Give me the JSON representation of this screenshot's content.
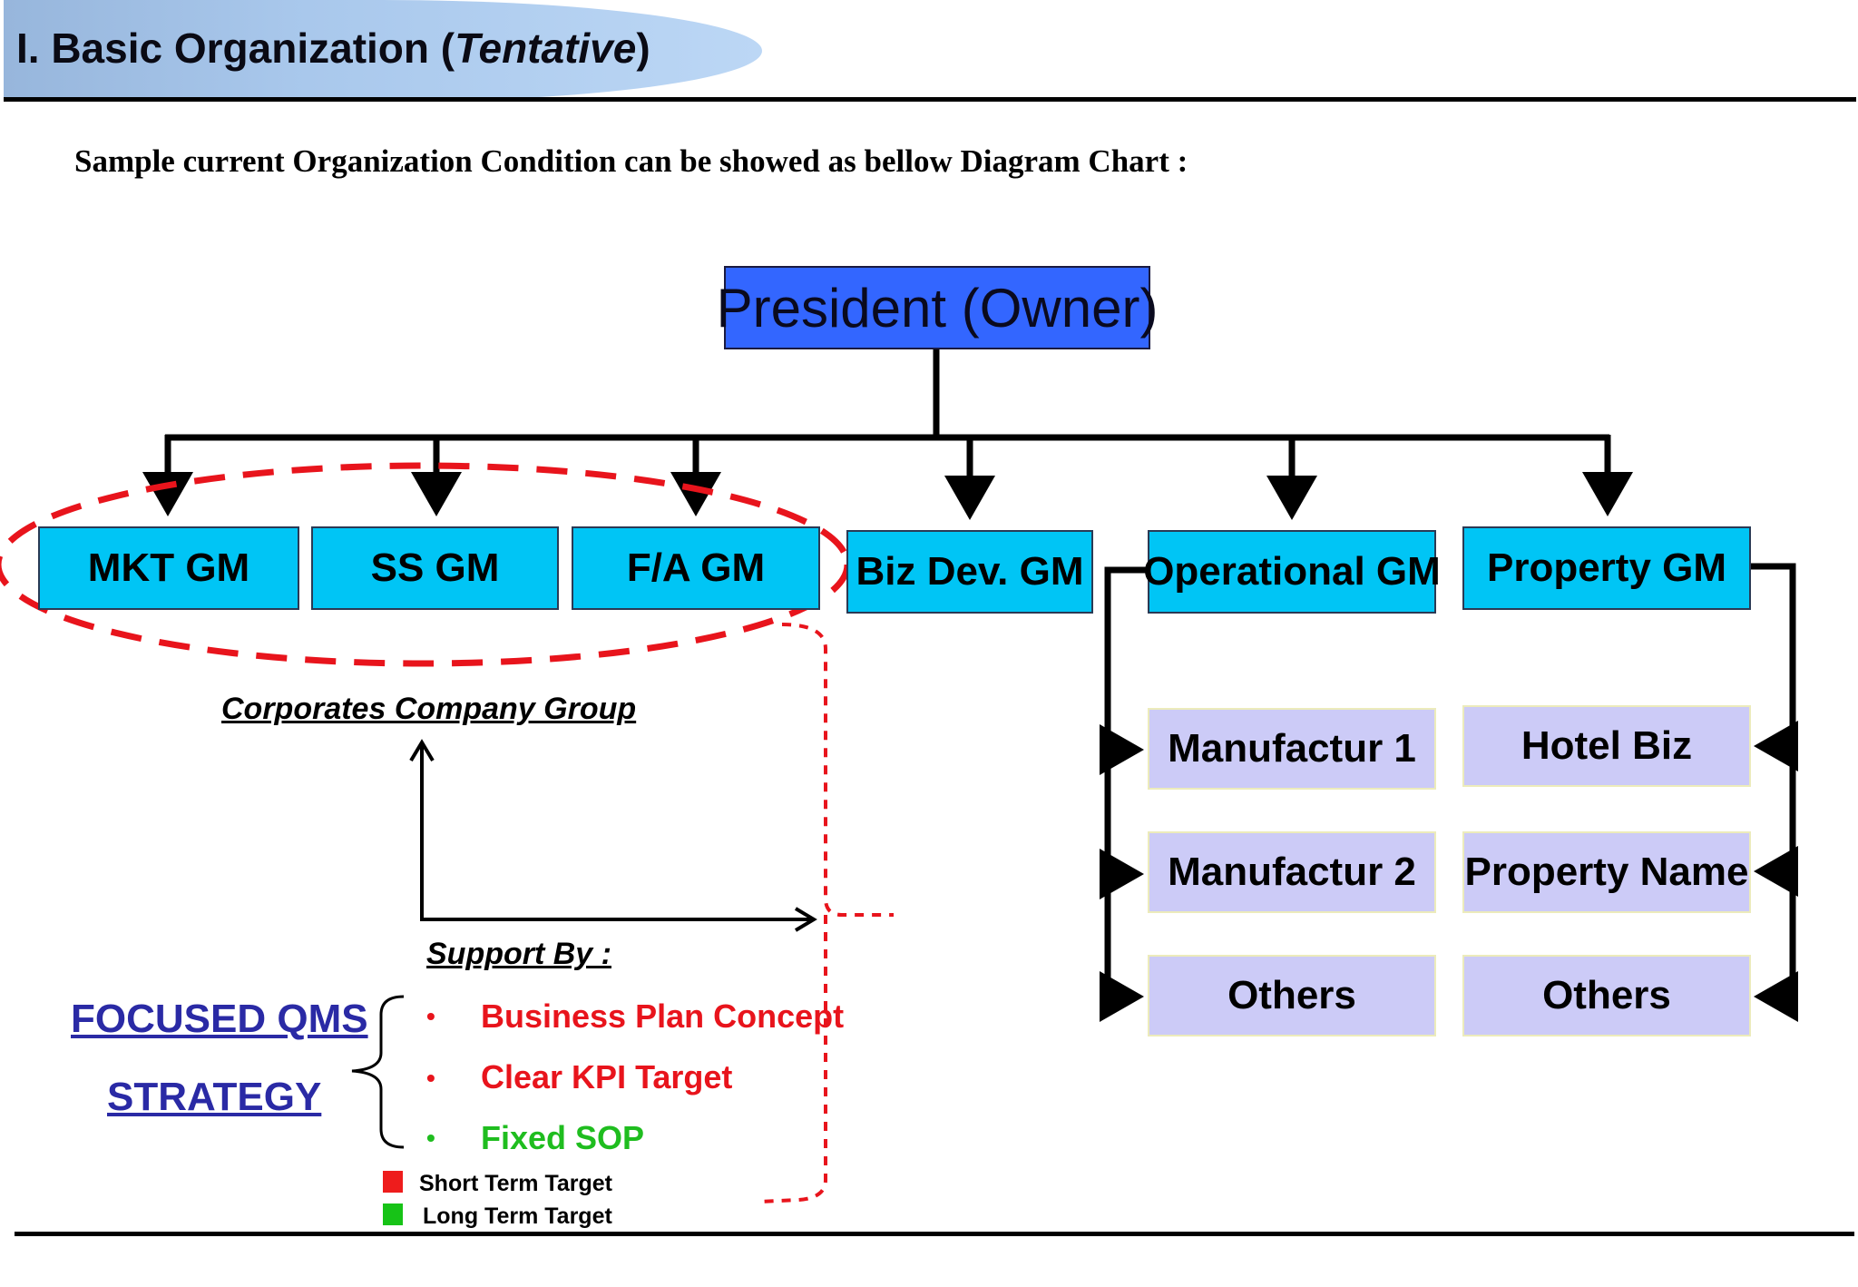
{
  "header": {
    "title_main": "I. Basic Organization (",
    "title_italic": "Tentative",
    "title_end": ")"
  },
  "subtitle": "Sample current Organization Condition can be showed as bellow Diagram Chart :",
  "org": {
    "president": "President (Owner)",
    "gms": {
      "mkt": "MKT GM",
      "ss": "SS GM",
      "fa": "F/A GM",
      "biz": "Biz Dev. GM",
      "ops": "Operational GM",
      "prop": "Property GM"
    },
    "operational_units": [
      "Manufactur 1",
      "Manufactur 2",
      "Others"
    ],
    "property_units": [
      "Hotel Biz",
      "Property Name",
      "Others"
    ]
  },
  "group_label": "Corporates Company Group",
  "support_label": "Support By :",
  "strategy": {
    "line1": "FOCUSED QMS",
    "line2": "STRATEGY"
  },
  "support_items": [
    {
      "text": "Business Plan Concept",
      "color": "#e8141c"
    },
    {
      "text": "Clear KPI Target",
      "color": "#e8141c"
    },
    {
      "text": "Fixed SOP",
      "color": "#1fbd1f"
    }
  ],
  "legend": [
    {
      "label": "Short Term Target",
      "color": "#ee1c1c"
    },
    {
      "label": "Long Term Target",
      "color": "#17c317"
    }
  ],
  "colors": {
    "president_fill": "#3366ff",
    "gm_fill": "#00c5f5",
    "unit_fill": "#cccbf7",
    "dash_red": "#e8141c",
    "strategy_blue": "#2a2aa5"
  }
}
